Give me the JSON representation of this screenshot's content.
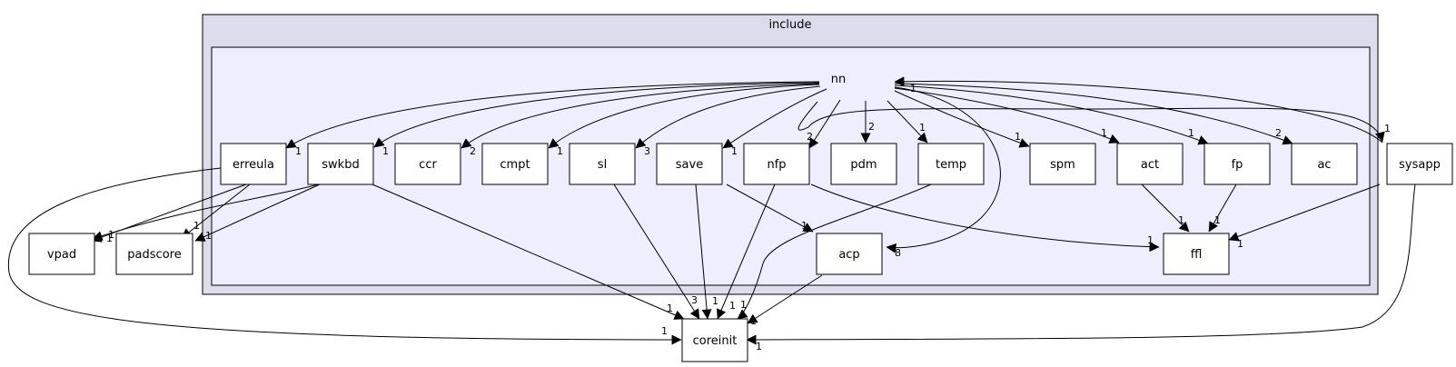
{
  "clusters": {
    "outer": {
      "label": "include"
    },
    "inner": {
      "label": "nn"
    }
  },
  "nodes": {
    "erreula": "erreula",
    "swkbd": "swkbd",
    "ccr": "ccr",
    "cmpt": "cmpt",
    "sl": "sl",
    "save": "save",
    "nfp": "nfp",
    "pdm": "pdm",
    "temp": "temp",
    "spm": "spm",
    "act": "act",
    "fp": "fp",
    "ac": "ac",
    "acp": "acp",
    "ffl": "ffl",
    "sysapp": "sysapp",
    "vpad": "vpad",
    "padscore": "padscore",
    "coreinit": "coreinit"
  },
  "edge_labels": {
    "nn_erreula": "1",
    "nn_swkbd": "1",
    "nn_ccr": "2",
    "nn_cmpt": "1",
    "nn_sl": "3",
    "nn_save": "1",
    "nn_nfp": "2",
    "nn_pdm": "2",
    "nn_temp": "1",
    "nn_spm": "1",
    "nn_act": "1",
    "nn_fp": "1",
    "nn_ac": "2",
    "nn_sysapp": "1",
    "nn_acp": "8",
    "sysapp_nn": "1",
    "act_ffl": "1",
    "fp_ffl": "1",
    "nfp_ffl": "1",
    "sysapp_ffl": "1",
    "save_acp": "1",
    "erreula_vpad": "1",
    "erreula_padscore": "1",
    "swkbd_vpad": "1",
    "swkbd_padscore": "1",
    "erreula_coreinit": "1",
    "swkbd_coreinit": "1",
    "sl_coreinit": "3",
    "save_coreinit": "1",
    "nfp_coreinit": "1",
    "temp_coreinit": "1",
    "acp_coreinit": "1",
    "sysapp_coreinit": "1"
  }
}
